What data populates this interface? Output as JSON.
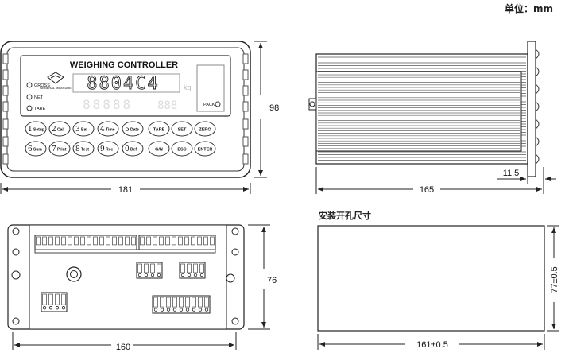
{
  "unit_label": "单位：mm",
  "front": {
    "title": "WEIGHING CONTROLLER",
    "display_main": "8804C4",
    "display_sub": "kg",
    "brand": "GENERAL MEASURE",
    "indicators": [
      "GROSS",
      "NET",
      "TARE"
    ],
    "pack_label": "PACK",
    "row1": [
      {
        "num": "1",
        "label": "Setup"
      },
      {
        "num": "2",
        "label": "Cal"
      },
      {
        "num": "3",
        "label": "Bat"
      },
      {
        "num": "4",
        "label": "Time"
      },
      {
        "num": "5",
        "label": "Date"
      },
      {
        "num": "",
        "label": "TARE"
      },
      {
        "num": "",
        "label": "SET"
      },
      {
        "num": "",
        "label": "ZERO"
      }
    ],
    "row2": [
      {
        "num": "6",
        "label": "Sum"
      },
      {
        "num": "7",
        "label": "Print"
      },
      {
        "num": "8",
        "label": "Test"
      },
      {
        "num": "9",
        "label": "Rec"
      },
      {
        "num": "0",
        "label": "Def"
      },
      {
        "num": "",
        "label": "G/N"
      },
      {
        "num": "",
        "label": "ESC"
      },
      {
        "num": "",
        "label": "ENTER"
      }
    ]
  },
  "dims": {
    "front_width": "181",
    "front_height": "98",
    "side_depth": "165",
    "side_flange": "11.5",
    "rear_width": "160",
    "rear_height": "76",
    "cut_width": "161±0.5",
    "cut_height": "77±0.5"
  },
  "cutout_title": "安装开孔尺寸"
}
